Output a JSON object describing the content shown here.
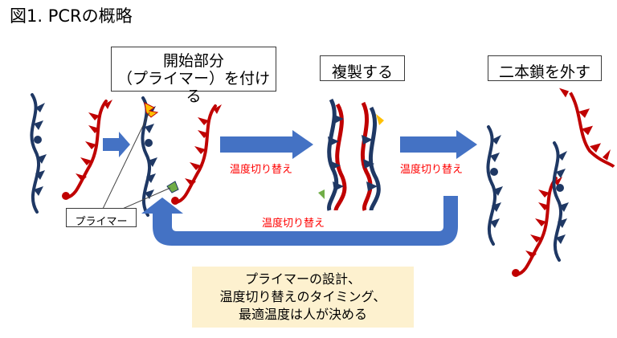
{
  "figure": {
    "title": "図1. PCRの概略"
  },
  "labels": {
    "primer_step": [
      "開始部分",
      "（プライマー）を付ける"
    ],
    "copy": "複製する",
    "separate": "二本鎖を外す",
    "primer": "プライマー",
    "temp_change": "温度切り替え"
  },
  "note": [
    "プライマーの設計、",
    "温度切り替えのタイミング、",
    "最適温度は人が決める"
  ],
  "colors": {
    "strand_blue": "#1f3864",
    "strand_red": "#c00000",
    "arrow_blue": "#4472c4",
    "primer_orange": "#ffc000",
    "primer_green": "#70ad47",
    "label_red": "#ff0000",
    "note_bg": "#fdf1cf"
  }
}
